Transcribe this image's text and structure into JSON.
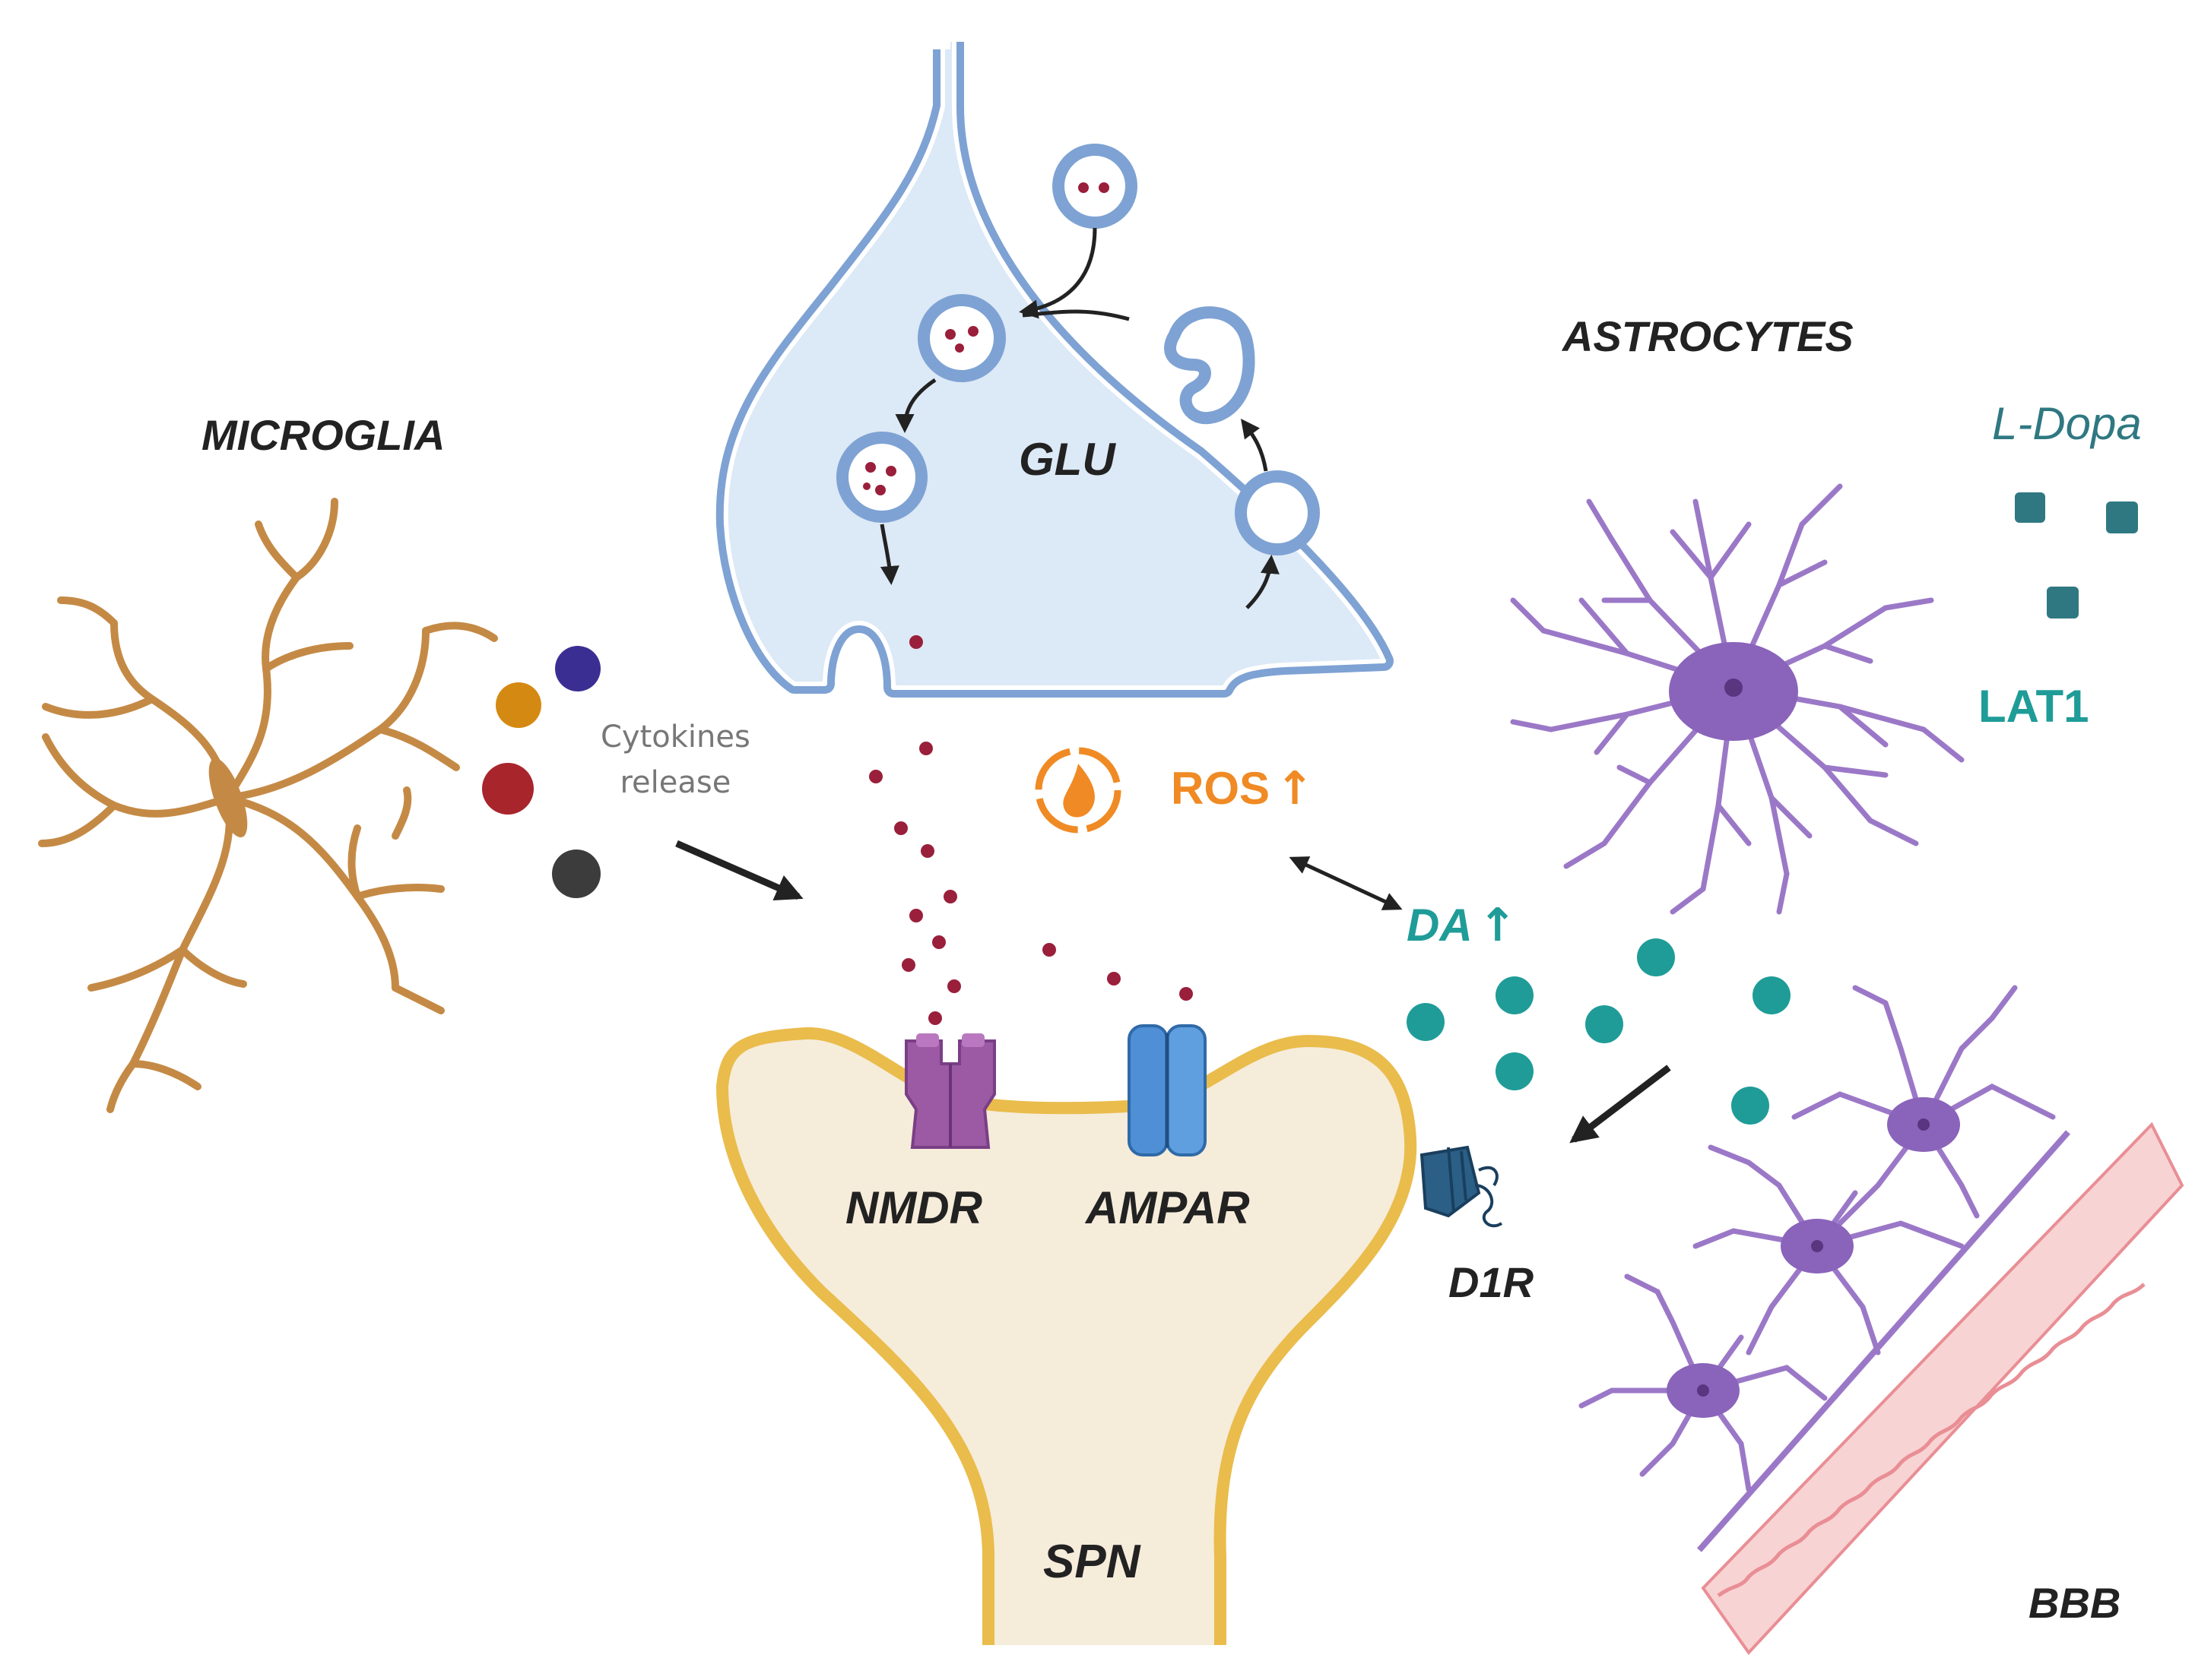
{
  "labels": {
    "microglia": "MICROGLIA",
    "astrocytes": "ASTROCYTES",
    "glu": "GLU",
    "ldopa": "L-Dopa",
    "lat1": "LAT1",
    "cytokines_line1": "Cytokines",
    "cytokines_line2": "release",
    "ros": "ROS",
    "ros_arrow": "↑",
    "da": "DA",
    "da_arrow": "↑",
    "nmdr": "NMDR",
    "ampar": "AMPAR",
    "d1r": "D1R",
    "spn": "SPN",
    "bbb": "BBB"
  },
  "colors": {
    "presynaptic_fill": "#dce9f6",
    "presynaptic_stroke": "#7ea2d3",
    "postsynaptic_fill": "#f6ecda",
    "postsynaptic_stroke": "#e9bc4c",
    "microglia": "#c48a45",
    "astrocyte": "#9b78c7",
    "astrocyte_body": "#8a63ba",
    "vessel": "#f8d3d3",
    "vessel_line": "#e98e95",
    "glutamate": "#9a1f3b",
    "dopamine": "#1f9c98",
    "ldopa": "#2f7882",
    "ros": "#f08a24",
    "nmda": "#9b5aa3",
    "ampa": "#4f8fd5",
    "d1r": "#2b5f86",
    "cytokine_colors": [
      "#d48a12",
      "#3b2e93",
      "#a8252c",
      "#3c3c3c"
    ]
  }
}
